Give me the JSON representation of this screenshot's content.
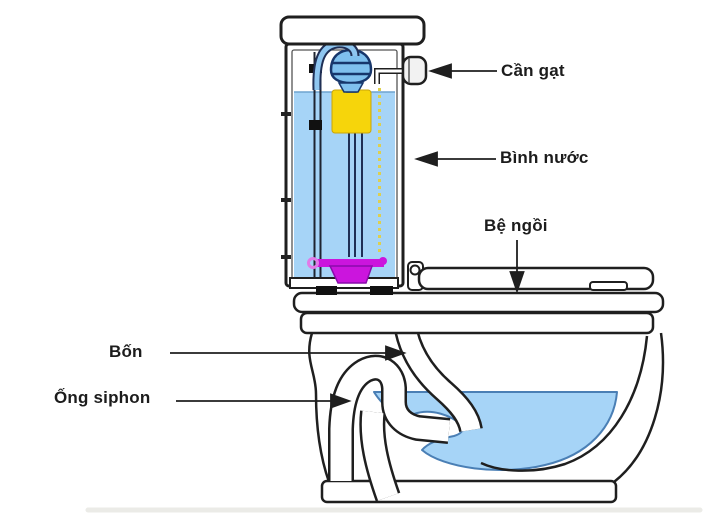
{
  "diagram": {
    "type": "labeled-illustration",
    "labels": [
      {
        "id": "can-gat",
        "text": "Cần gạt",
        "target": "flush-lever"
      },
      {
        "id": "binh-nuoc",
        "text": "Bình nước",
        "target": "water-tank"
      },
      {
        "id": "be-ngoi",
        "text": "Bệ ngồi",
        "target": "seat"
      },
      {
        "id": "bon",
        "text": "Bốn",
        "target": "bowl-channel"
      },
      {
        "id": "ong-siphon",
        "text": "Ống siphon",
        "target": "siphon-tube"
      }
    ],
    "colors": {
      "outline": "#1f1f1f",
      "water": "#a6d4f7",
      "water_edge": "#4a7fb5",
      "float": "#f6d50b",
      "valve": "#7fc0ee",
      "tube": "#8ec6f0",
      "flapper": "#cb15dd",
      "flapper_dark": "#8a0bab",
      "stream": "#ded04f"
    }
  }
}
